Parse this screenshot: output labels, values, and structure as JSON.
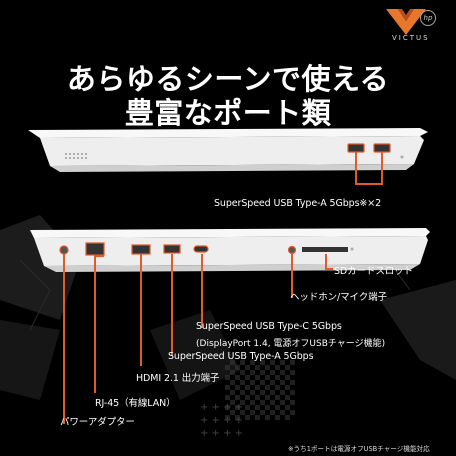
{
  "brand": {
    "hp_mark": "hp",
    "name": "VICTUS",
    "logo_color": "#e8762d"
  },
  "headline": {
    "line1": "あらゆるシーンで使える",
    "line2": "豊富なポート類"
  },
  "labels": {
    "usb_a_top": "SuperSpeed USB Type-A 5Gbps※×2",
    "sd_card": "SDカードスロット",
    "headphone": "ヘッドホン/マイク端子",
    "usb_c_line1": "SuperSpeed USB Type-C 5Gbps",
    "usb_c_line2": "(DisplayPort  1.4, 電源オフUSBチャージ機能)",
    "usb_a_left": "SuperSpeed USB Type-A 5Gbps",
    "hdmi": "HDMI 2.1 出力端子",
    "rj45": "RJ-45（有線LAN）",
    "power": "パワーアダプター"
  },
  "footnote": "※うち1ポートは電源オフUSBチャージ機能対応",
  "colors": {
    "accent_line": "#e05a2a",
    "laptop_body": "#eeeeee"
  }
}
